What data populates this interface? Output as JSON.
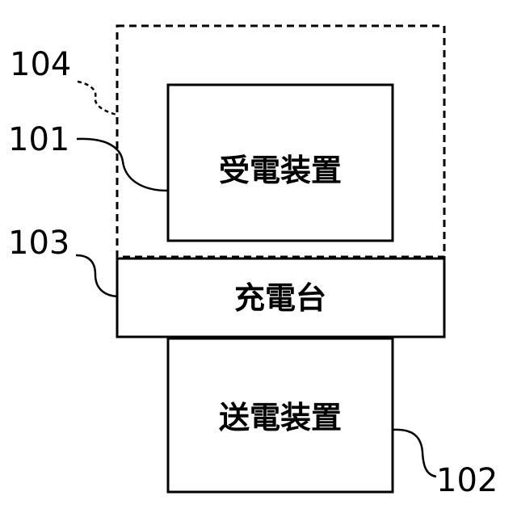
{
  "boxes": {
    "receiving_device": "受電装置",
    "charging_stand": "充電台",
    "transmitting_device": "送電装置"
  },
  "references": {
    "receiving_device": "101",
    "transmitting_device": "102",
    "charging_stand": "103",
    "dashed_region": "104"
  }
}
